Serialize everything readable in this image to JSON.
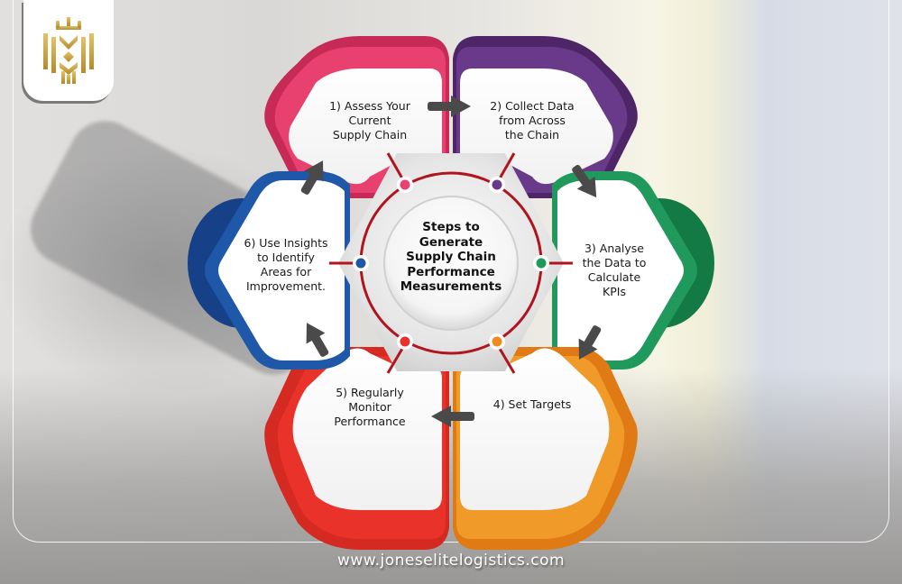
{
  "brand": {
    "logo": "crown-lion-shield-logo",
    "logo_color": "#c9a646",
    "website": "www.joneselitelogistics.com"
  },
  "diagram": {
    "title": "Steps to Generate Supply Chain Performance Measurements",
    "title_lines": [
      "Steps to",
      "Generate",
      "Supply Chain",
      "Performance",
      "Measurements"
    ],
    "hub_ring_color": "#b0141e",
    "arrow_color": "#4a4a4a",
    "steps": [
      {
        "number": 1,
        "lines": [
          "1) Assess Your",
          "Current",
          "Supply Chain"
        ],
        "color": "#e8416f",
        "dark": "#c72a57"
      },
      {
        "number": 2,
        "lines": [
          "2) Collect Data",
          "from Across",
          "the Chain"
        ],
        "color": "#6a3a8a",
        "dark": "#4e2668"
      },
      {
        "number": 3,
        "lines": [
          "3) Analyse",
          "the Data to",
          "Calculate",
          "KPIs"
        ],
        "color": "#1f9a5c",
        "dark": "#137a45"
      },
      {
        "number": 4,
        "lines": [
          "4) Set Targets"
        ],
        "color": "#ef8a1e",
        "dark": "#d86a10"
      },
      {
        "number": 5,
        "lines": [
          "5) Regularly",
          "Monitor",
          "Performance"
        ],
        "color": "#e8322a",
        "dark": "#c01f1f"
      },
      {
        "number": 6,
        "lines": [
          "6) Use Insights",
          "to Identify",
          "Areas for",
          "Improvement."
        ],
        "color": "#1f58a8",
        "dark": "#164088"
      }
    ],
    "flow": [
      "1 → 2",
      "2 → 3",
      "3 → 4",
      "4 → 5",
      "5 → 6",
      "6 → 1"
    ]
  }
}
